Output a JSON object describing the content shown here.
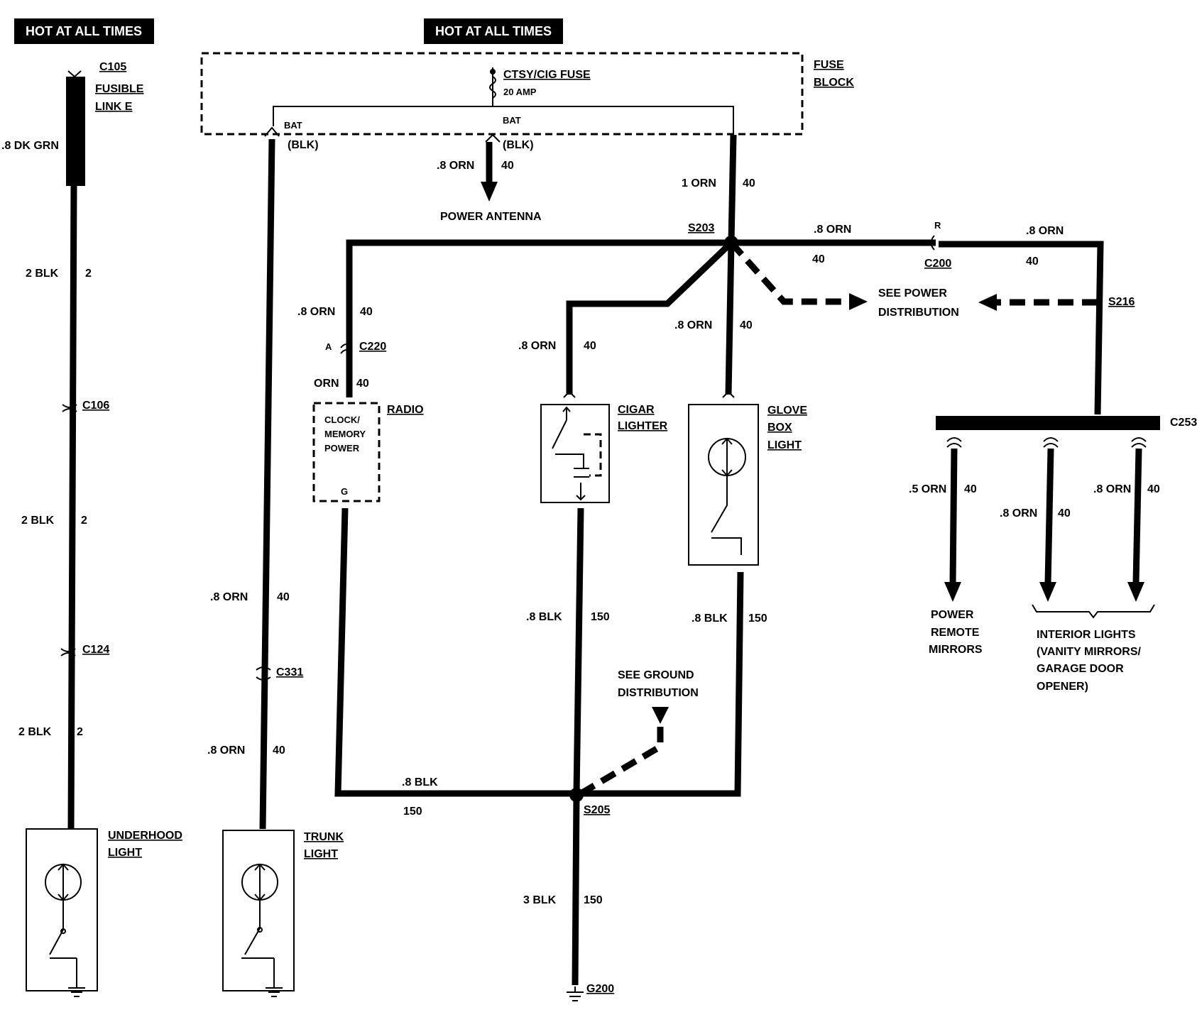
{
  "banners": {
    "left": "HOT AT ALL TIMES",
    "center": "HOT AT ALL TIMES"
  },
  "fuse_block": {
    "title_line1": "FUSE",
    "title_line2": "BLOCK",
    "fuse_name": "CTSY/CIG FUSE",
    "fuse_rating": "20 AMP",
    "bat_left": "BAT",
    "bat_left_color": "(BLK)",
    "bat_center": "BAT",
    "bat_center_color": "(BLK)"
  },
  "underhood_circuit": {
    "c105": "C105",
    "fusible_link_line1": "FUSIBLE",
    "fusible_link_line2": "LINK E",
    "wire_top": ".8 DK GRN",
    "seg1_wire": "2 BLK",
    "seg1_circuit": "2",
    "c106": "C106",
    "seg2_wire": "2 BLK",
    "seg2_circuit": "2",
    "c124": "C124",
    "seg3_wire": "2 BLK",
    "seg3_circuit": "2",
    "light_line1": "UNDERHOOD",
    "light_line2": "LIGHT"
  },
  "trunk_circuit": {
    "seg1_wire": ".8 ORN",
    "seg1_circuit": "40",
    "c331": "C331",
    "seg2_wire": ".8 ORN",
    "seg2_circuit": "40",
    "light_line1": "TRUNK",
    "light_line2": "LIGHT"
  },
  "antenna": {
    "wire": ".8 ORN",
    "circuit": "40",
    "label": "POWER ANTENNA"
  },
  "main_feed": {
    "wire": "1 ORN",
    "circuit": "40",
    "s203": "S203",
    "right_wire1": ".8 ORN",
    "right_circuit1": "40",
    "r_label": "R",
    "c200": "C200",
    "right_wire2": ".8 ORN",
    "right_circuit2": "40",
    "s216": "S216",
    "see_power_line1": "SEE POWER",
    "see_power_line2": "DISTRIBUTION"
  },
  "radio": {
    "wire": ".8 ORN",
    "circuit": "40",
    "connector_pin": "A",
    "c220": "C220",
    "wire2": "ORN",
    "circuit2": "40",
    "label": "RADIO",
    "box_line1": "CLOCK/",
    "box_line2": "MEMORY",
    "box_line3": "POWER",
    "ground_pin": "G"
  },
  "cigar": {
    "wire": ".8 ORN",
    "circuit": "40",
    "label_line1": "CIGAR",
    "label_line2": "LIGHTER",
    "ground_wire": ".8 BLK",
    "ground_circuit": "150"
  },
  "glovebox": {
    "wire": ".8 ORN",
    "circuit": "40",
    "label_line1": "GLOVE",
    "label_line2": "BOX",
    "label_line3": "LIGHT",
    "ground_wire": ".8 BLK",
    "ground_circuit": "150"
  },
  "ground": {
    "bus_wire": ".8 BLK",
    "bus_circuit": "150",
    "s205": "S205",
    "see_ground_line1": "SEE GROUND",
    "see_ground_line2": "DISTRIBUTION",
    "main_wire": "3 BLK",
    "main_circuit": "150",
    "g200": "G200"
  },
  "c253_loads": {
    "c253": "C253",
    "mirror_wire": ".5 ORN",
    "mirror_circuit": "40",
    "mirror_line1": "POWER",
    "mirror_line2": "REMOTE",
    "mirror_line3": "MIRRORS",
    "int1_wire": ".8 ORN",
    "int1_circuit": "40",
    "int2_wire": ".8 ORN",
    "int2_circuit": "40",
    "int_line1": "INTERIOR LIGHTS",
    "int_line2": "(VANITY MIRRORS/",
    "int_line3": "GARAGE DOOR",
    "int_line4": "OPENER)"
  }
}
